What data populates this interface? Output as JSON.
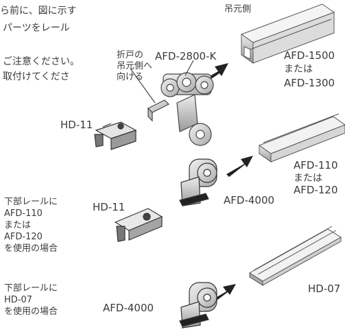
{
  "intro_lines": [
    "ら前に、図に示す",
    "パーツをレール",
    "ご注意ください。",
    "取付けてくださ"
  ],
  "labels": {
    "hinge_side_top": "吊元側",
    "fold_line1": "折戸の",
    "fold_line2": "吊元側へ",
    "fold_line3": "向ける",
    "afd2800k": "AFD-2800-K",
    "rail_afd1500_a": "AFD-1500",
    "rail_afd1500_or": "または",
    "rail_afd1500_b": "AFD-1300",
    "hd11_top": "HD-11",
    "rail_afd110_a": "AFD-110",
    "rail_afd110_or": "または",
    "rail_afd110_b": "AFD-120",
    "afd4000_mid": "AFD-4000",
    "hd11_mid": "HD-11",
    "afd4000_bottom": "AFD-4000",
    "rail_hd07": "HD-07"
  },
  "cases": {
    "case1": [
      "下部レールに",
      "AFD-110",
      "または",
      "AFD-120",
      "を使用の場合"
    ],
    "case2": [
      "下部レールに",
      "HD-07",
      "を使用の場合"
    ]
  },
  "colors": {
    "text": "#3a3a3a",
    "line": "#444444",
    "metal": "#c8c8c8",
    "dark": "#222222"
  }
}
